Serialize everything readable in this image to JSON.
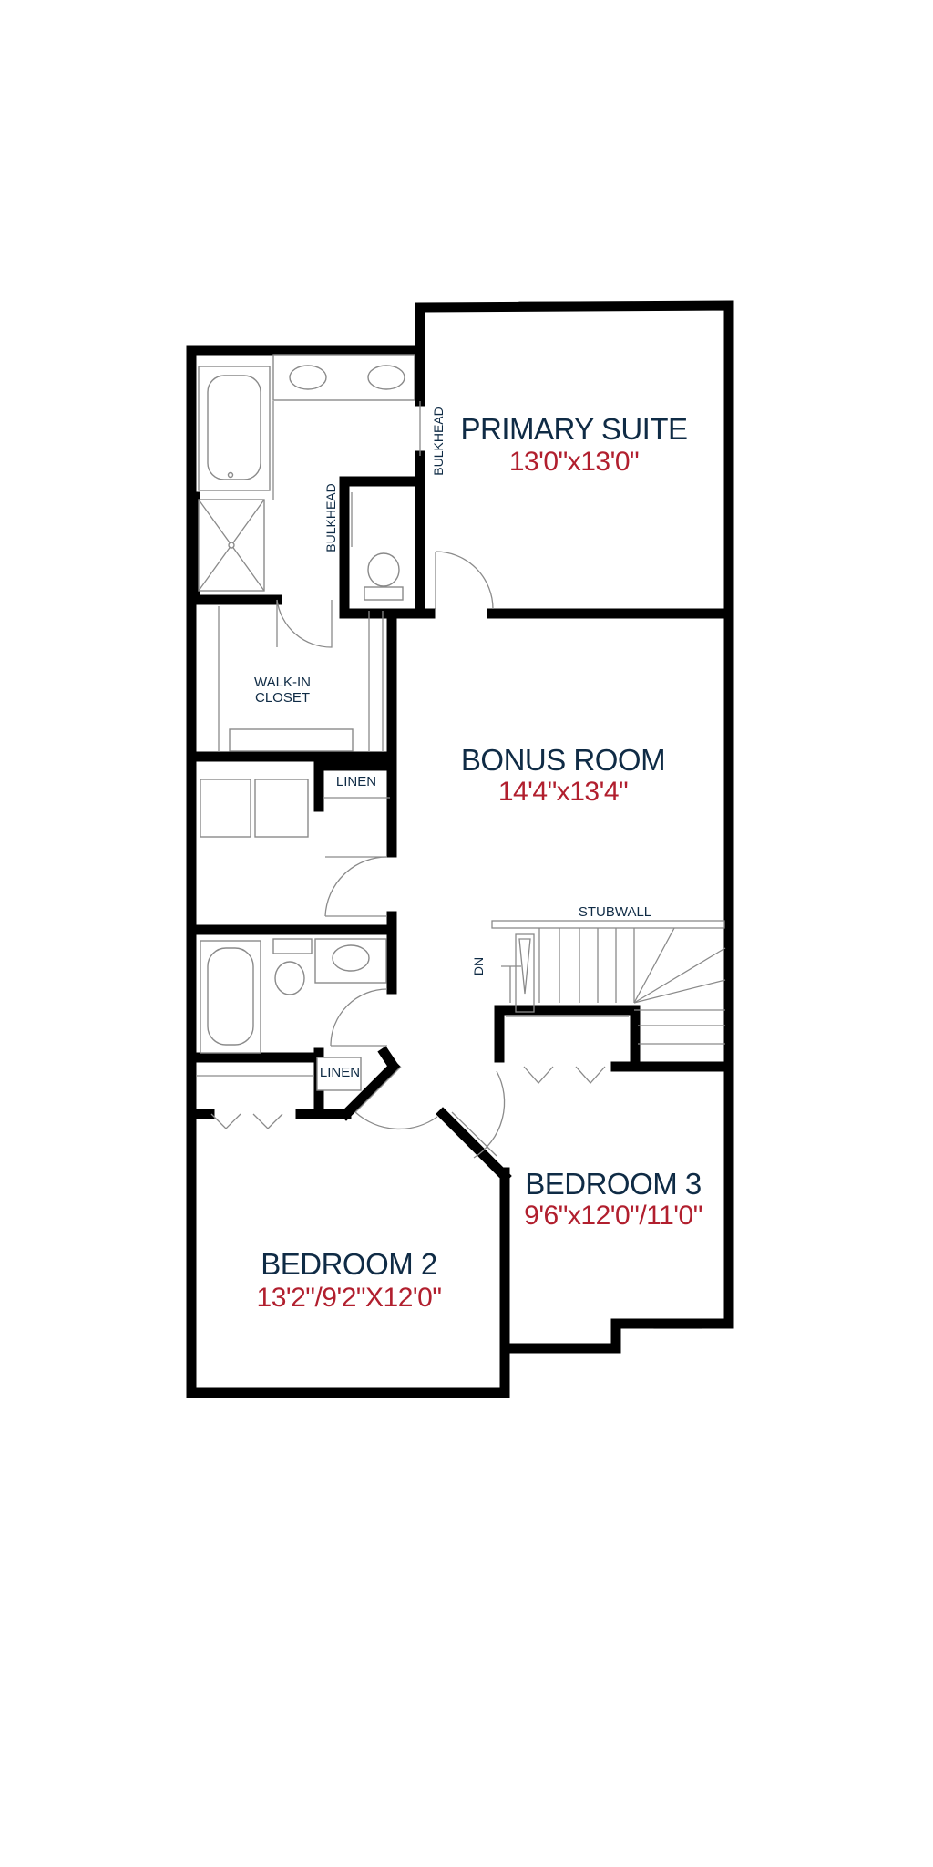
{
  "rooms": {
    "primary_suite": {
      "name": "PRIMARY SUITE",
      "size": "13'0\"x13'0\""
    },
    "bonus_room": {
      "name": "BONUS ROOM",
      "size": "14'4\"x13'4\""
    },
    "bedroom_2": {
      "name": "BEDROOM 2",
      "size": "13'2\"/9'2\"X12'0\""
    },
    "bedroom_3": {
      "name": "BEDROOM 3",
      "size": "9'6\"x12'0\"/11'0\""
    }
  },
  "labels": {
    "walk_in_line1": "WALK-IN",
    "walk_in_line2": "CLOSET",
    "linen_upper": "LINEN",
    "linen_lower": "LINEN",
    "bulkhead_ensuite": "BULKHEAD",
    "bulkhead_suite": "BULKHEAD",
    "stubwall": "STUBWALL",
    "stair_down": "DN"
  },
  "colors": {
    "wall": "#000000",
    "room_name": "#0f2b45",
    "room_size": "#b11f2e",
    "fixture_line": "#8a8a8a"
  }
}
